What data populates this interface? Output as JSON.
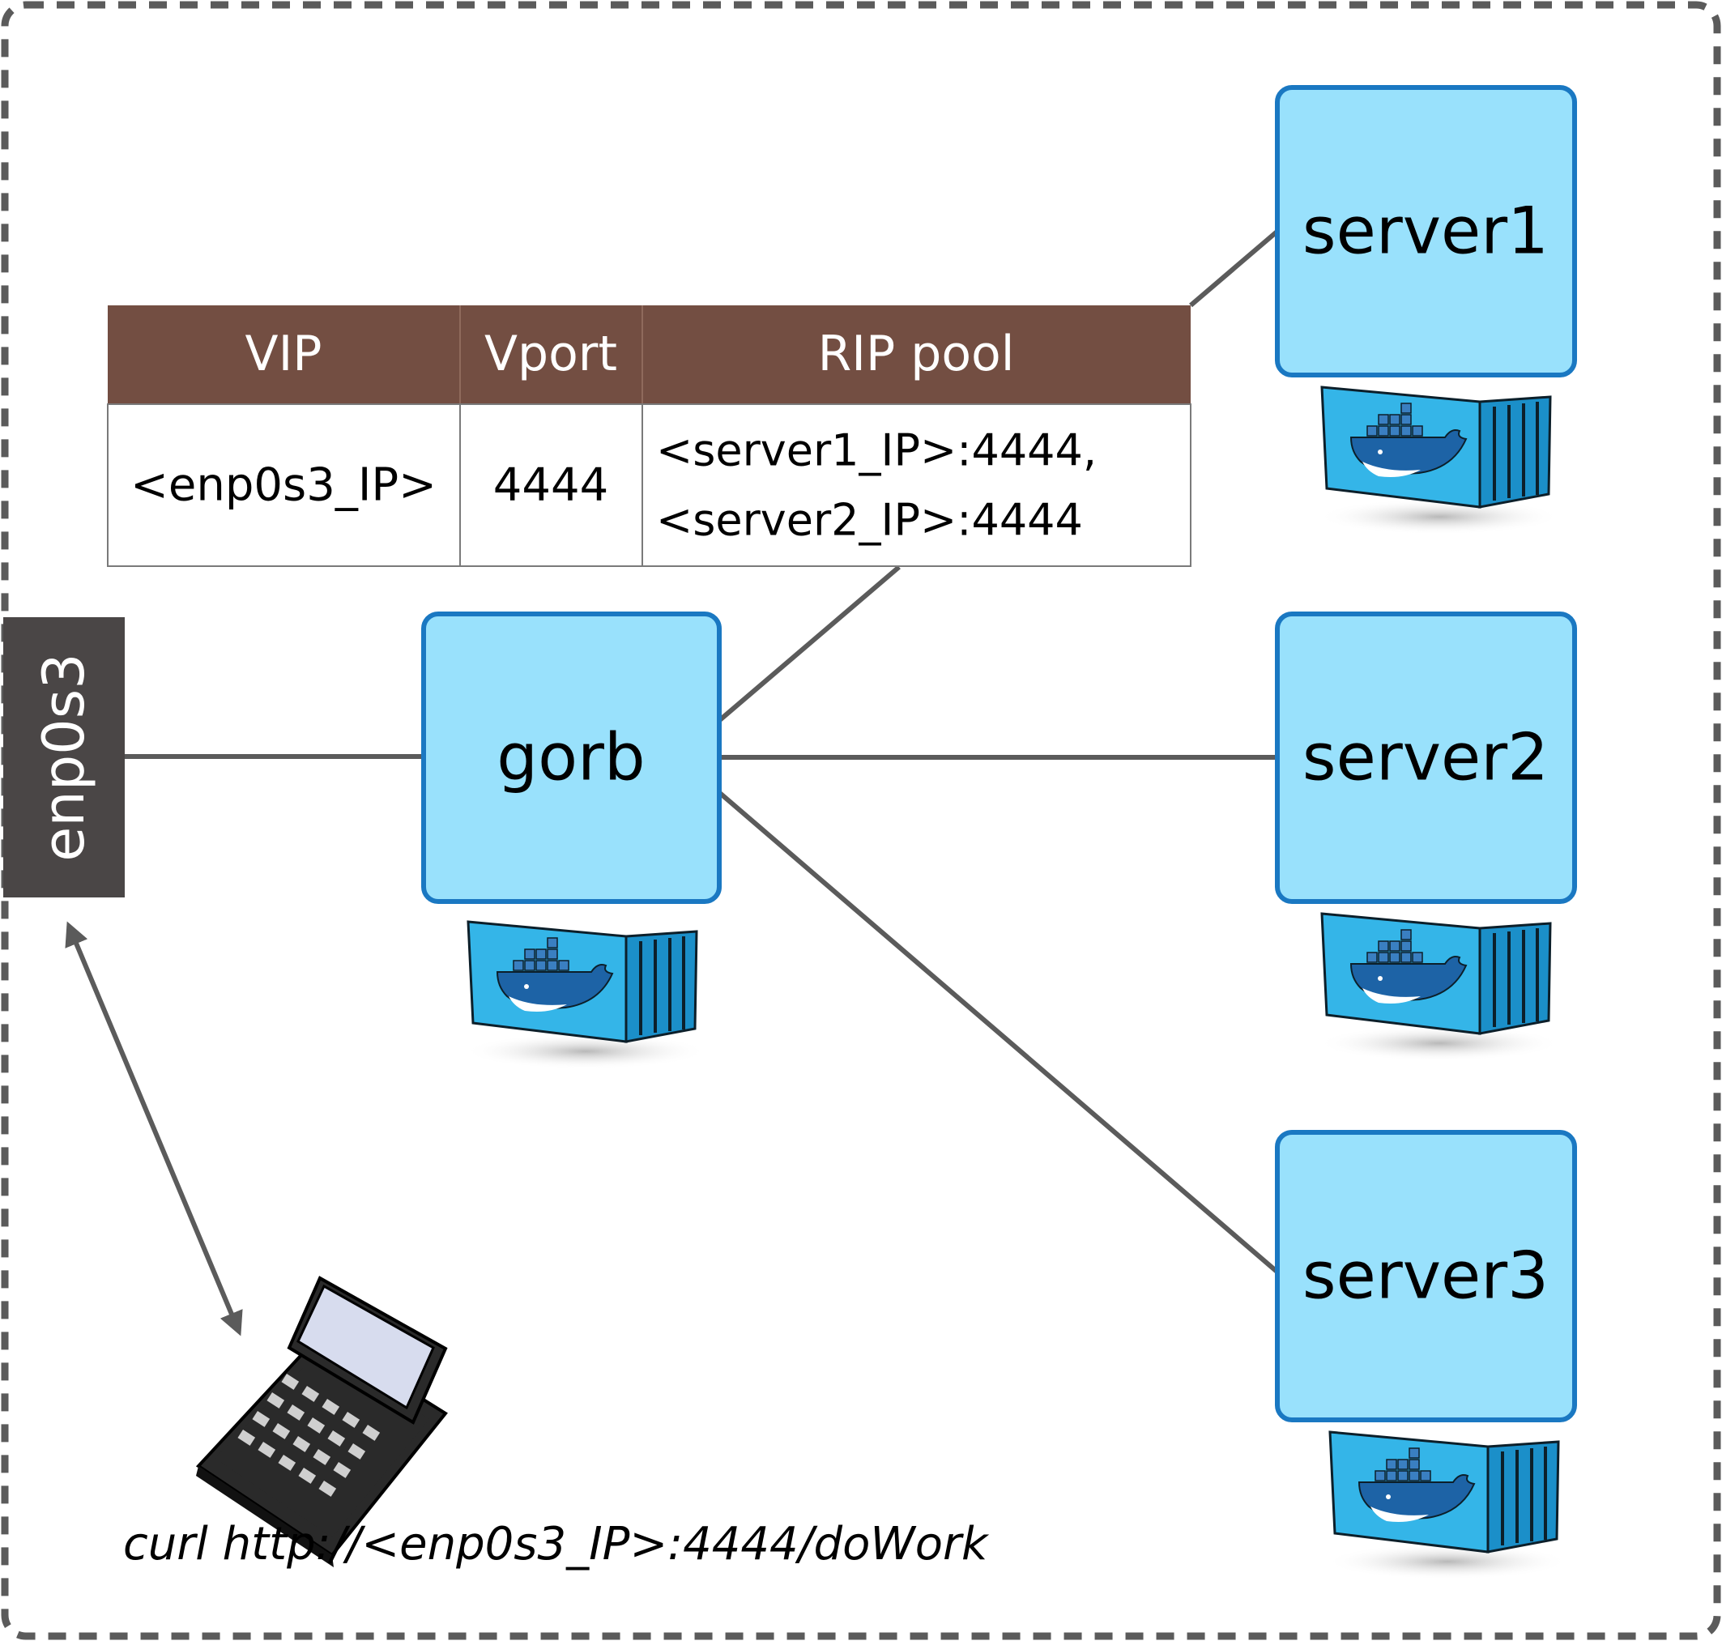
{
  "interface": {
    "label": "enp0s3"
  },
  "lb": {
    "label": "gorb"
  },
  "servers": [
    {
      "label": "server1"
    },
    {
      "label": "server2"
    },
    {
      "label": "server3"
    }
  ],
  "table": {
    "headers": [
      "VIP",
      "Vport",
      "RIP pool"
    ],
    "row": {
      "vip": "<enp0s3_IP>",
      "vport": "4444",
      "rip_pool": [
        "<server1_IP>:4444,",
        "<server2_IP>:4444"
      ]
    }
  },
  "client": {
    "command": "curl http://<enp0s3_IP>:4444/doWork"
  },
  "colors": {
    "box_fill": "#99e1fc",
    "box_stroke": "#1a78c2",
    "table_header": "#734e42",
    "line": "#5b5b5b",
    "interface_bg": "#4a4646"
  }
}
